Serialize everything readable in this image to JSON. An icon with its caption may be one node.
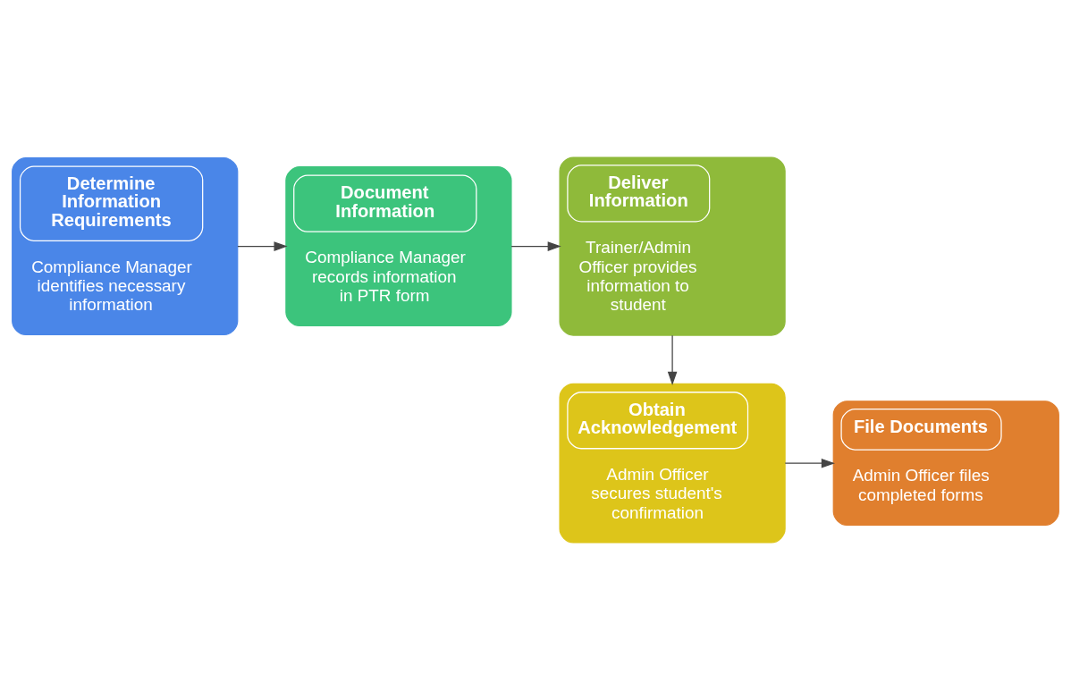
{
  "diagram": {
    "nodes": [
      {
        "text": [
          "Determine Information Requirements",
          "Compliance Manager identifies necessary information"
        ]
      },
      {
        "text": [
          "Document Information",
          "Compliance Manager records information in PTR form"
        ]
      },
      {
        "text": [
          "Deliver Information",
          "Trainer/Admin Officer provides information to student"
        ]
      },
      {
        "text": [
          "File Documents",
          "Admin Officer files completed forms"
        ]
      },
      {
        "text": [
          "Obtain Acknowledgement",
          "Admin Officer secures student's confirmation"
        ]
      }
    ],
    "edges": [
      {
        "from": 0,
        "to": 1,
        "arrow": "to"
      },
      {
        "from": 1,
        "to": 2,
        "arrow": "to"
      },
      {
        "from": 2,
        "to": 4,
        "arrow": "to"
      },
      {
        "from": 4,
        "to": 3,
        "arrow": "to"
      }
    ]
  }
}
